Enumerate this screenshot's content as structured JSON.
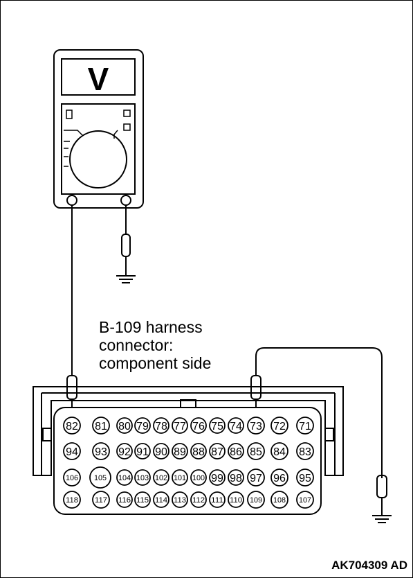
{
  "connector": {
    "label_line1": "B-109 harness",
    "label_line2": "connector:",
    "label_line3": "component side",
    "rows": [
      [
        "82",
        "81",
        "80",
        "79",
        "78",
        "77",
        "76",
        "75",
        "74",
        "73",
        "72",
        "71"
      ],
      [
        "94",
        "93",
        "92",
        "91",
        "90",
        "89",
        "88",
        "87",
        "86",
        "85",
        "84",
        "83"
      ],
      [
        "106",
        "105",
        "104",
        "103",
        "102",
        "101",
        "100",
        "99",
        "98",
        "97",
        "96",
        "95"
      ],
      [
        "118",
        "117",
        "116",
        "115",
        "114",
        "113",
        "112",
        "111",
        "110",
        "109",
        "108",
        "107"
      ]
    ]
  },
  "meter": {
    "display_symbol": "V"
  },
  "figure_code": "AK704309 AD"
}
